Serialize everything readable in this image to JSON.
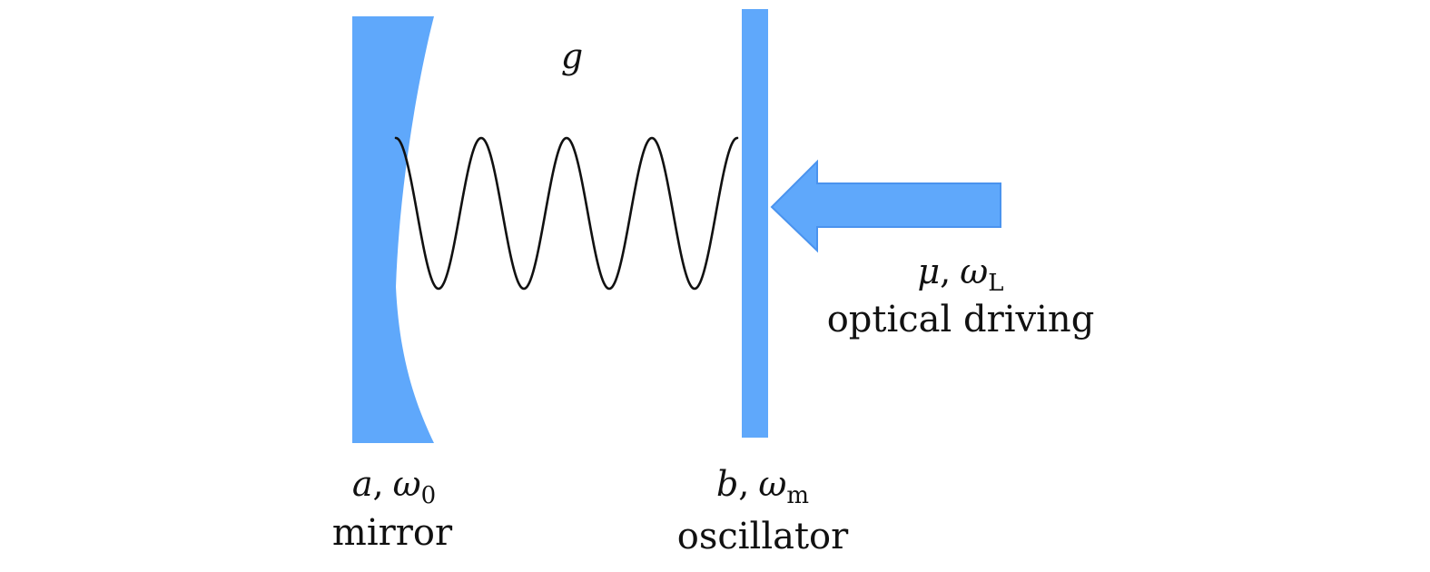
{
  "colors": {
    "component_fill": "#5fa8fb",
    "component_stroke": "#4a93ee",
    "spring": "#111111",
    "text": "#111111"
  },
  "coupling": {
    "symbol": "g"
  },
  "mirror": {
    "mode_symbol": "a",
    "separator": ",",
    "freq_symbol": "ω",
    "freq_subscript": "0",
    "name": "mirror"
  },
  "oscillator": {
    "mode_symbol": "b",
    "separator": ",",
    "freq_symbol": "ω",
    "freq_subscript": "m",
    "name": "oscillator"
  },
  "drive": {
    "amp_symbol": "μ",
    "separator": ",",
    "freq_symbol": "ω",
    "freq_subscript": "L",
    "name": "optical driving",
    "arrow_direction": "left"
  }
}
